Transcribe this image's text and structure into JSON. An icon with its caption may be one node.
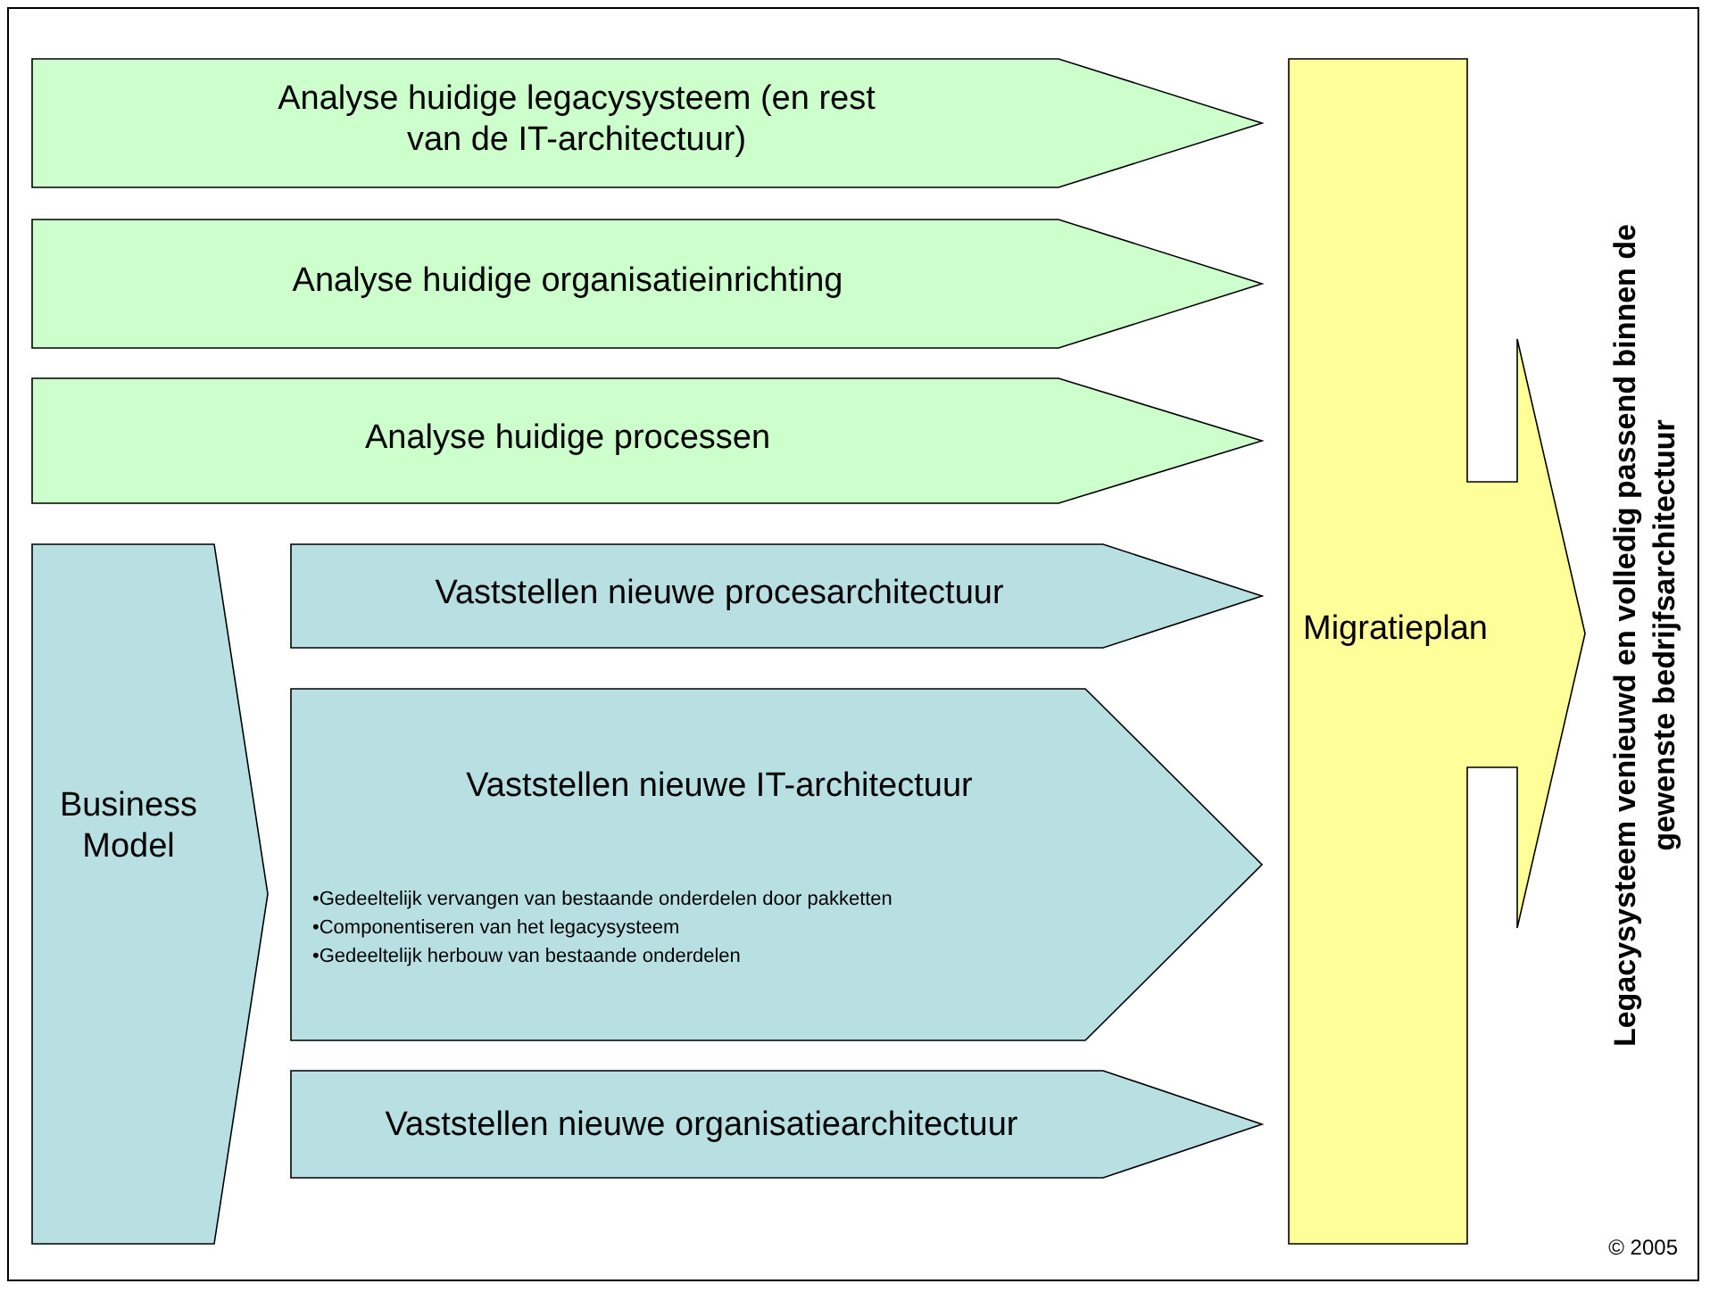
{
  "diagram": {
    "nodes": [
      {
        "text": [
          "Analyse huidige legacysysteem (en rest van de IT-architectuur)"
        ]
      },
      {
        "text": [
          "Analyse huidige organisatieinrichting"
        ]
      },
      {
        "text": [
          "Analyse huidige processen"
        ]
      },
      {
        "text": [
          "Business Model"
        ]
      },
      {
        "text": [
          "Vaststellen nieuwe procesarchitectuur"
        ]
      },
      {
        "text": [
          "Vaststellen nieuwe IT-architectuur",
          "•Gedeeltelijk vervangen van bestaande onderdelen door pakketten",
          "•Componentiseren van het legacysysteem",
          "•Gedeeltelijk herbouw van bestaande onderdelen"
        ]
      },
      {
        "text": [
          "Vaststellen nieuwe organisatiearchitectuur"
        ]
      },
      {
        "text": [
          "Migratieplan"
        ]
      }
    ],
    "labels": [
      "Legacysysteem venieuwd en volledig passend binnen de gewenste bedrijfsarchitectuur",
      "© 2005"
    ]
  }
}
